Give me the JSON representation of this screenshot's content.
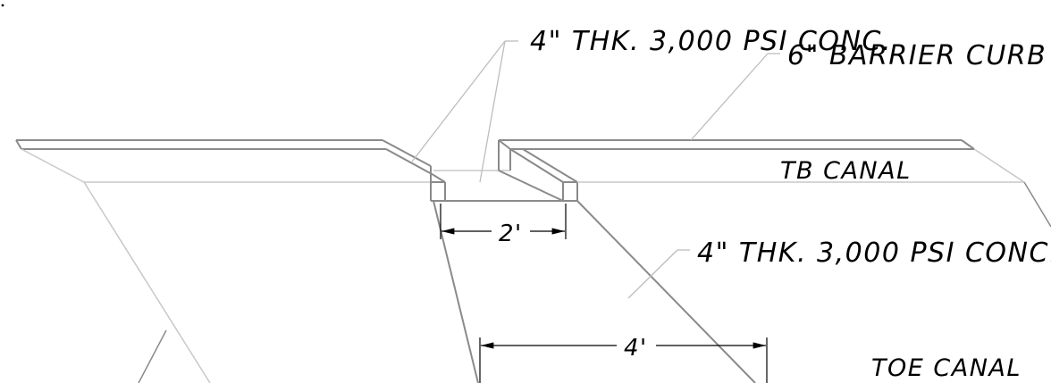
{
  "labels": {
    "top_concrete_note": "4\" THK. 3,000 PSI CONC.",
    "barrier_curb_note": "6\" BARRIER CURB",
    "tb_canal": "TB CANAL",
    "lower_concrete_note": "4\" THK. 3,000 PSI CONC.",
    "toe_canal": "TOE CANAL"
  },
  "dimensions": {
    "bottom_width": "2'",
    "slope_width": "4'"
  },
  "colors": {
    "heavy_line": "#8a8a8a",
    "light_line": "#c8c8c8",
    "leader_line": "#bdbdbd",
    "dimension_line": "#000000",
    "text": "#000000"
  }
}
